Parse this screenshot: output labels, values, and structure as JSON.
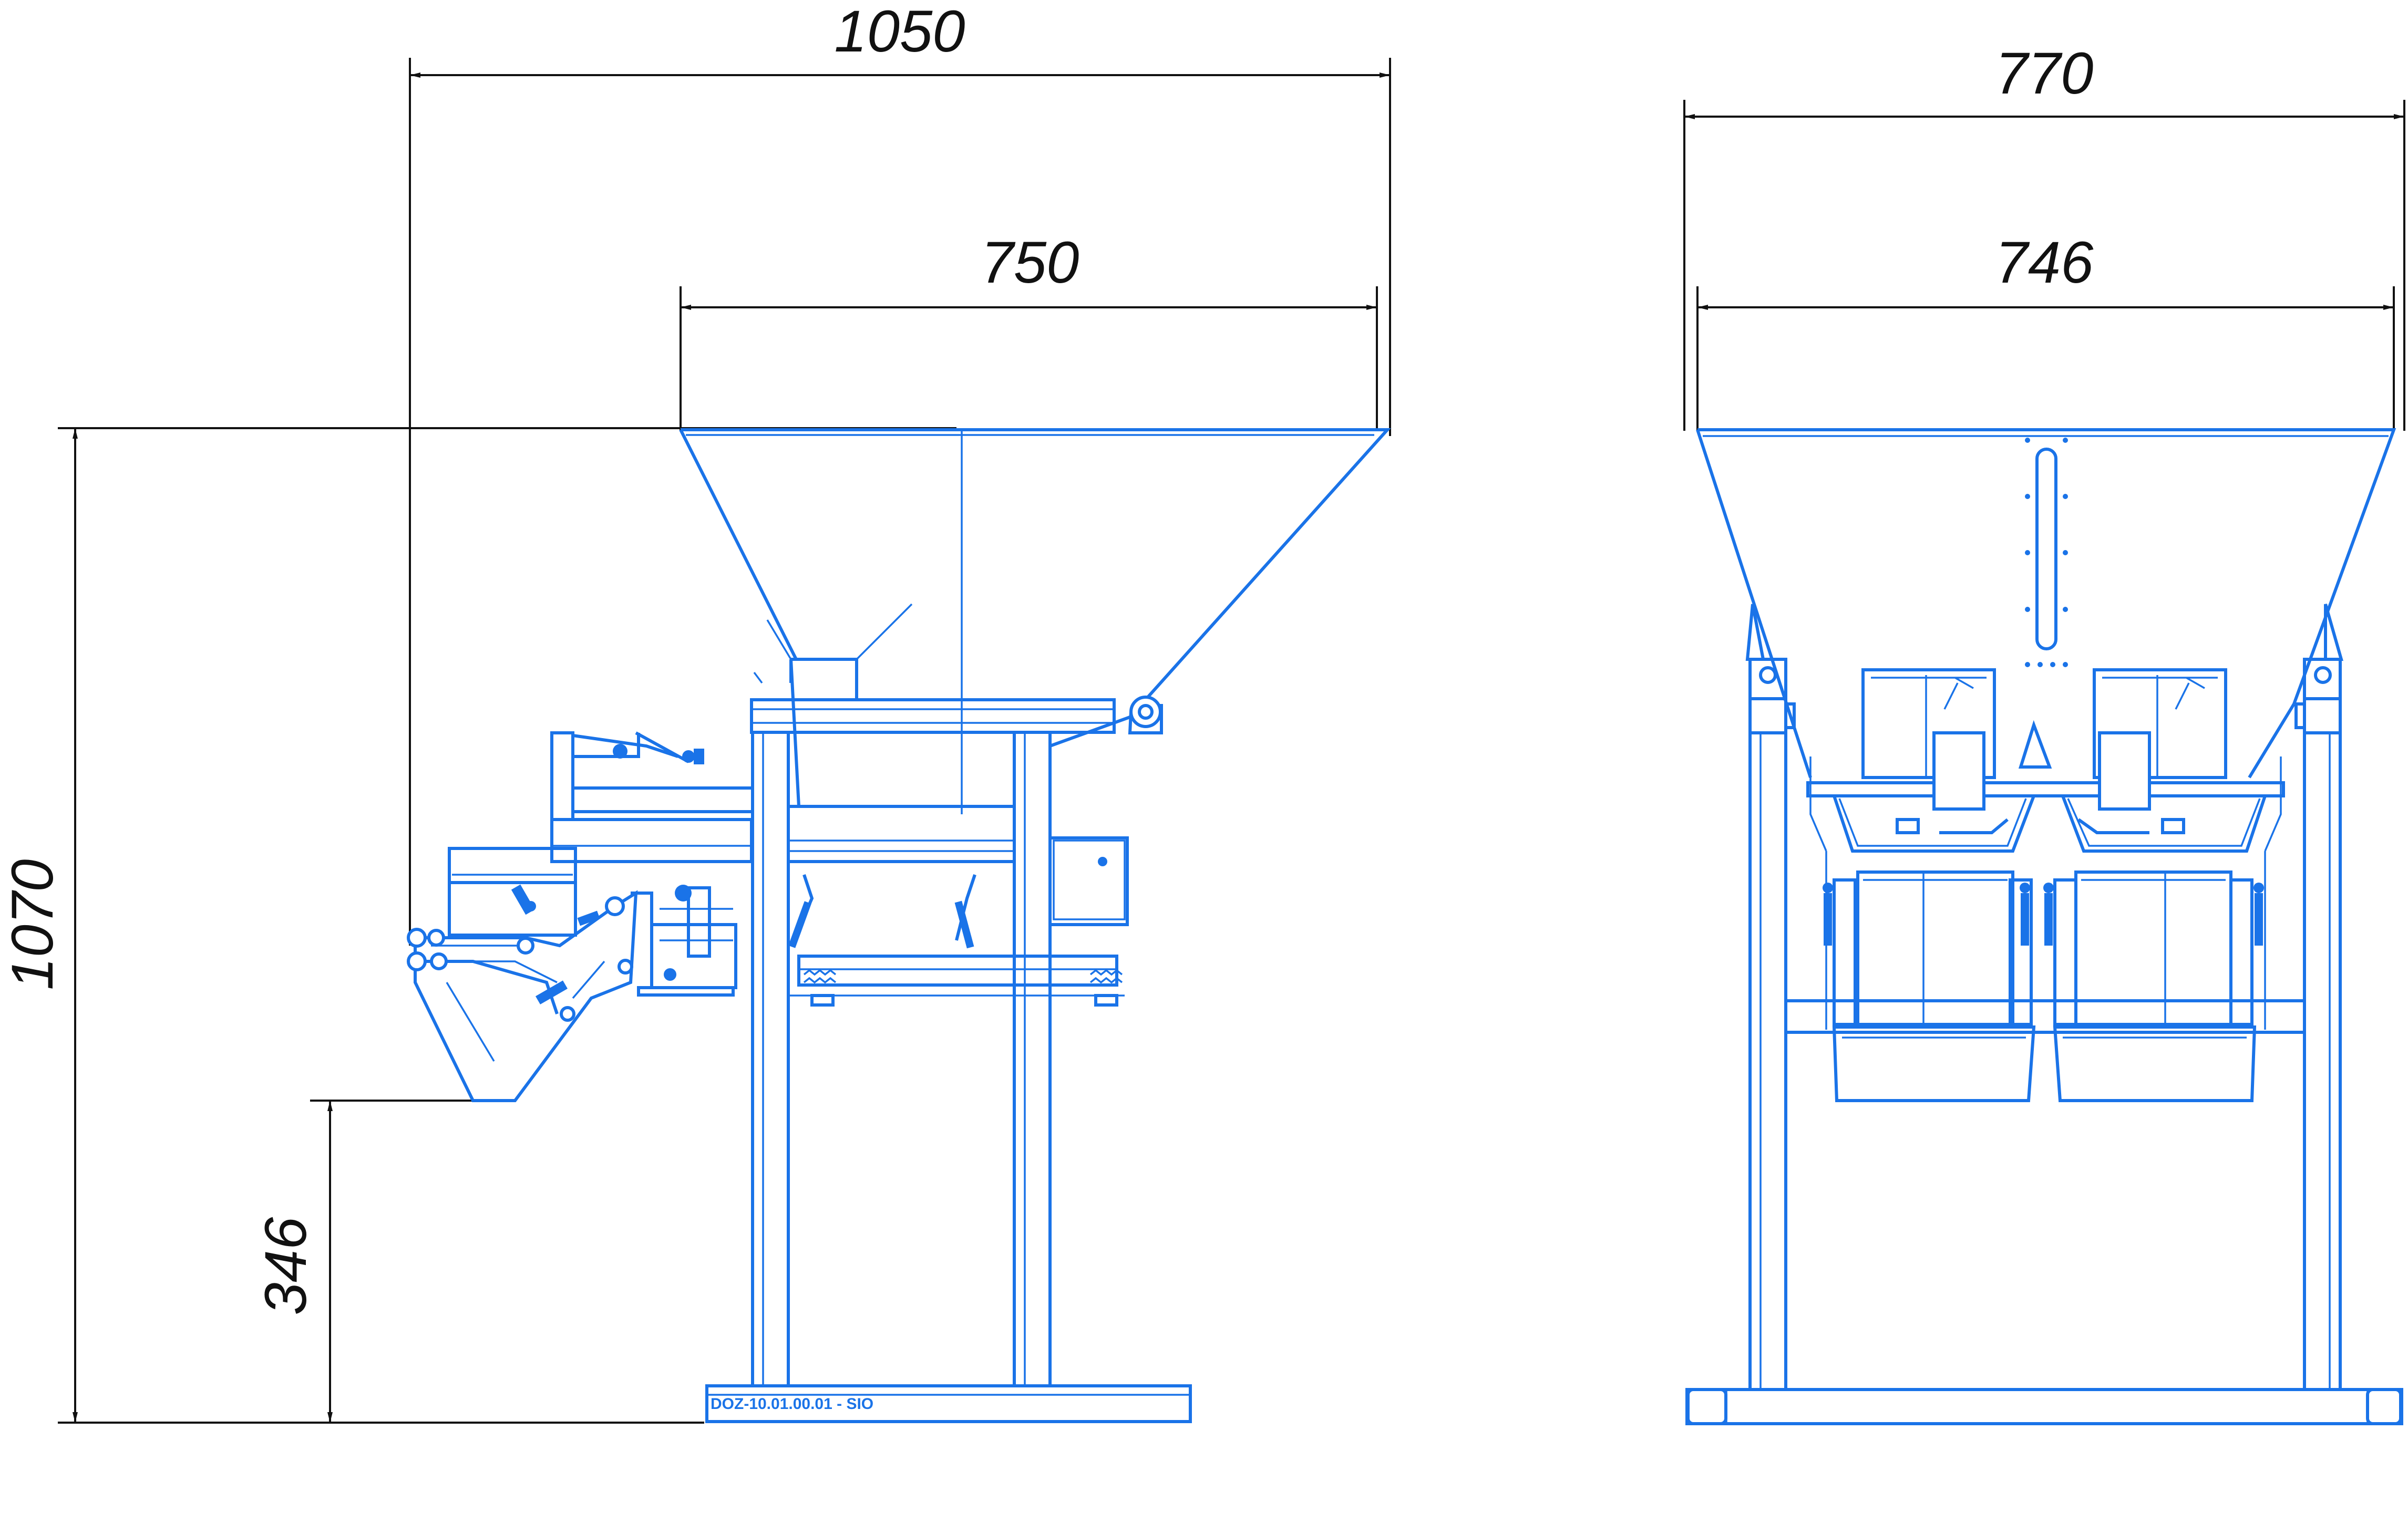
{
  "dimensions": {
    "side_view": {
      "overall_width": "1050",
      "hopper_width": "750",
      "overall_height": "1070",
      "chute_height": "346"
    },
    "front_view": {
      "overall_width": "770",
      "hopper_width": "746"
    }
  },
  "plate_label": "DOZ-10.01.00.01 - SIO",
  "colors": {
    "line_drawing": "#1a73e8",
    "dimension_lines": "#111111",
    "background": "#ffffff"
  }
}
